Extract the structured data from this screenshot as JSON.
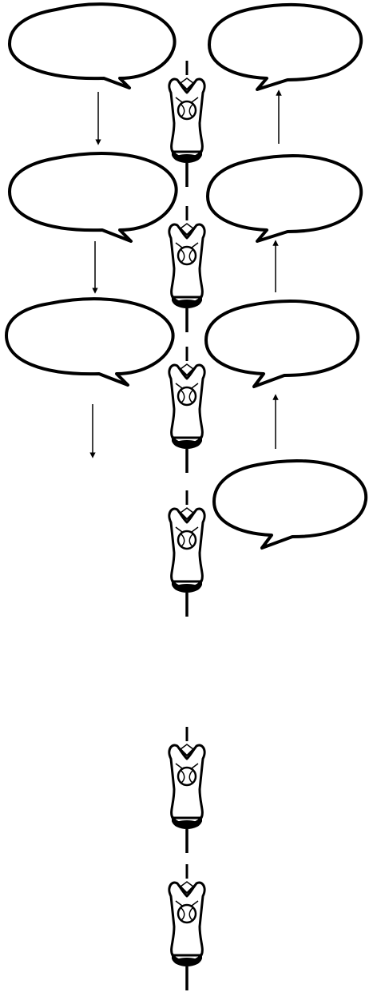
{
  "diagram": {
    "background": "#ffffff",
    "stroke": "#000000",
    "bubble_count": 7,
    "flow": [
      {
        "from": "left-bubble-1",
        "to": "left-bubble-2",
        "direction": "down"
      },
      {
        "from": "left-bubble-2",
        "to": "left-bubble-3",
        "direction": "down"
      },
      {
        "from": "left-bubble-3",
        "to": "none",
        "direction": "down"
      },
      {
        "from": "right-bubble-4",
        "to": "right-bubble-3",
        "direction": "up"
      },
      {
        "from": "right-bubble-3",
        "to": "right-bubble-2",
        "direction": "up"
      },
      {
        "from": "right-bubble-2",
        "to": "right-bubble-1",
        "direction": "up"
      }
    ],
    "icons": [
      "neck-tie-icon",
      "neck-tie-icon",
      "neck-tie-icon",
      "neck-tie-icon",
      "neck-tie-icon",
      "neck-tie-icon"
    ]
  }
}
